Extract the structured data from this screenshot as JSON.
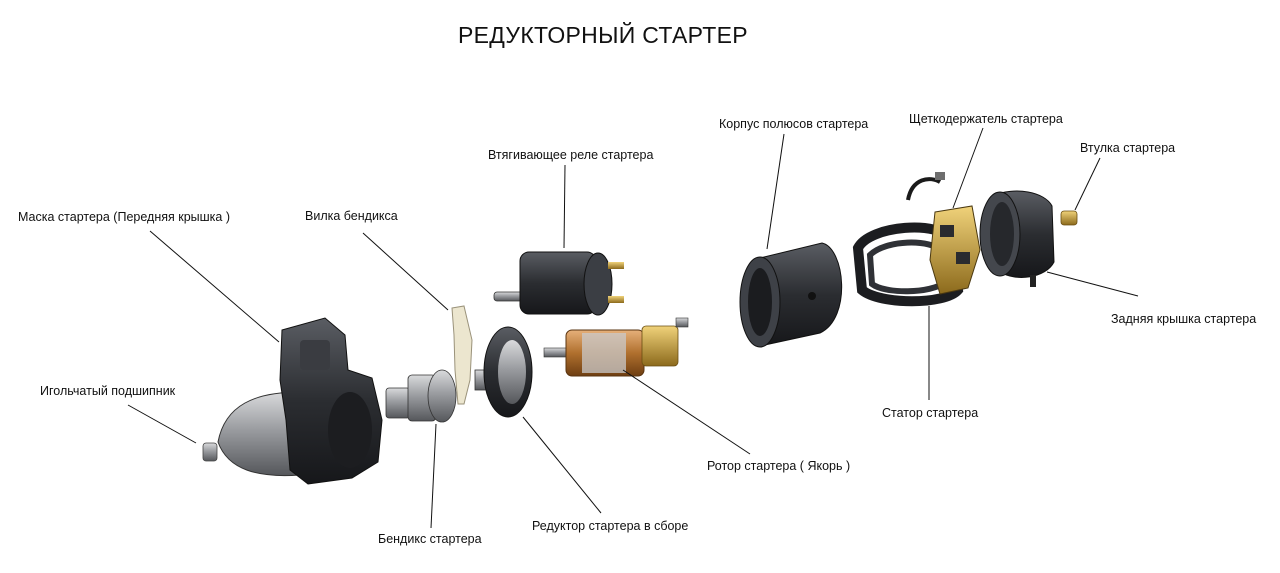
{
  "title": "РЕДУКТОРНЫЙ СТАРТЕР",
  "labels": {
    "front_cover": "Маска стартера (Передняя крышка )",
    "needle_bearing": "Игольчатый подшипник",
    "bendix_fork": "Вилка бендикса",
    "bendix": "Бендикс стартера",
    "solenoid": "Втягивающее реле стартера",
    "gearbox": "Редуктор стартера в сборе",
    "rotor": "Ротор стартера ( Якорь )",
    "pole_housing": "Корпус полюсов стартера",
    "brush_holder": "Щеткодержатель стартера",
    "bushing": "Втулка стартера",
    "stator": "Статор стартера",
    "rear_cover": "Задняя крышка стартера"
  }
}
